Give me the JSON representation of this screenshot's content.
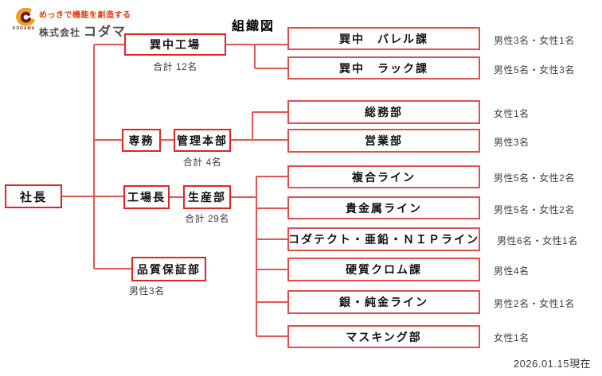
{
  "header": {
    "logo": {
      "tagline": "めっきで機能を創造する",
      "company_prefix": "株式会社",
      "company_name": "コダマ",
      "mark": "KODAMA"
    },
    "title": "組織図"
  },
  "nodes": {
    "president": "社長",
    "tatsuminaka_factory": "巽中工場",
    "senmu": "専務",
    "kanri_honbu": "管理本部",
    "factory_manager": "工場長",
    "seisan_bu": "生産部",
    "quality_assurance": "品質保証部",
    "tatsuminaka_barrel": "巽中　バレル課",
    "tatsuminaka_rack": "巽中　ラック課",
    "somu_bu": "総務部",
    "eigyo_bu": "営業部",
    "fukugo_line": "複合ライン",
    "kikinzoku_line": "貴金属ライン",
    "kodatect_line": "コダテクト・亜鉛・ＮＩＰライン",
    "chrome_section": "硬質クロム課",
    "gin_junkin_line": "銀・純金ライン",
    "masking_bu": "マスキング部"
  },
  "totals": {
    "tatsuminaka_factory": "合計 12名",
    "kanri_honbu": "合計 4名",
    "seisan_bu": "合計 29名"
  },
  "staff": {
    "tatsuminaka_barrel": "男性3名・女性1名",
    "tatsuminaka_rack": "男性5名・女性3名",
    "somu_bu": "女性1名",
    "eigyo_bu": "男性3名",
    "fukugo_line": "男性5名・女性2名",
    "kikinzoku_line": "男性5名・女性2名",
    "kodatect_line": "男性6名・女性1名",
    "chrome_section": "男性4名",
    "gin_junkin_line": "男性2名・女性1名",
    "masking_bu": "女性1名",
    "quality_assurance": "男性3名"
  },
  "footer": {
    "as_of_date": "2026.01.15現在"
  },
  "colors": {
    "main_box_border": "#e02525",
    "sub_box_border": "#e04f4f",
    "connector": "#e65555",
    "logo_red": "#e8380d",
    "logo_gray": "#4d4d4d"
  }
}
